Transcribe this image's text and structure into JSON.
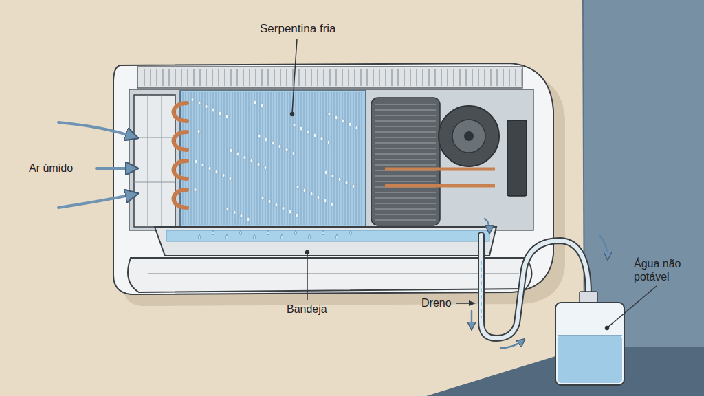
{
  "diagram": {
    "labels": [
      "Serpentina fria",
      "Ar úmido",
      "Bandeja",
      "Dreno",
      "Água não potável"
    ]
  }
}
